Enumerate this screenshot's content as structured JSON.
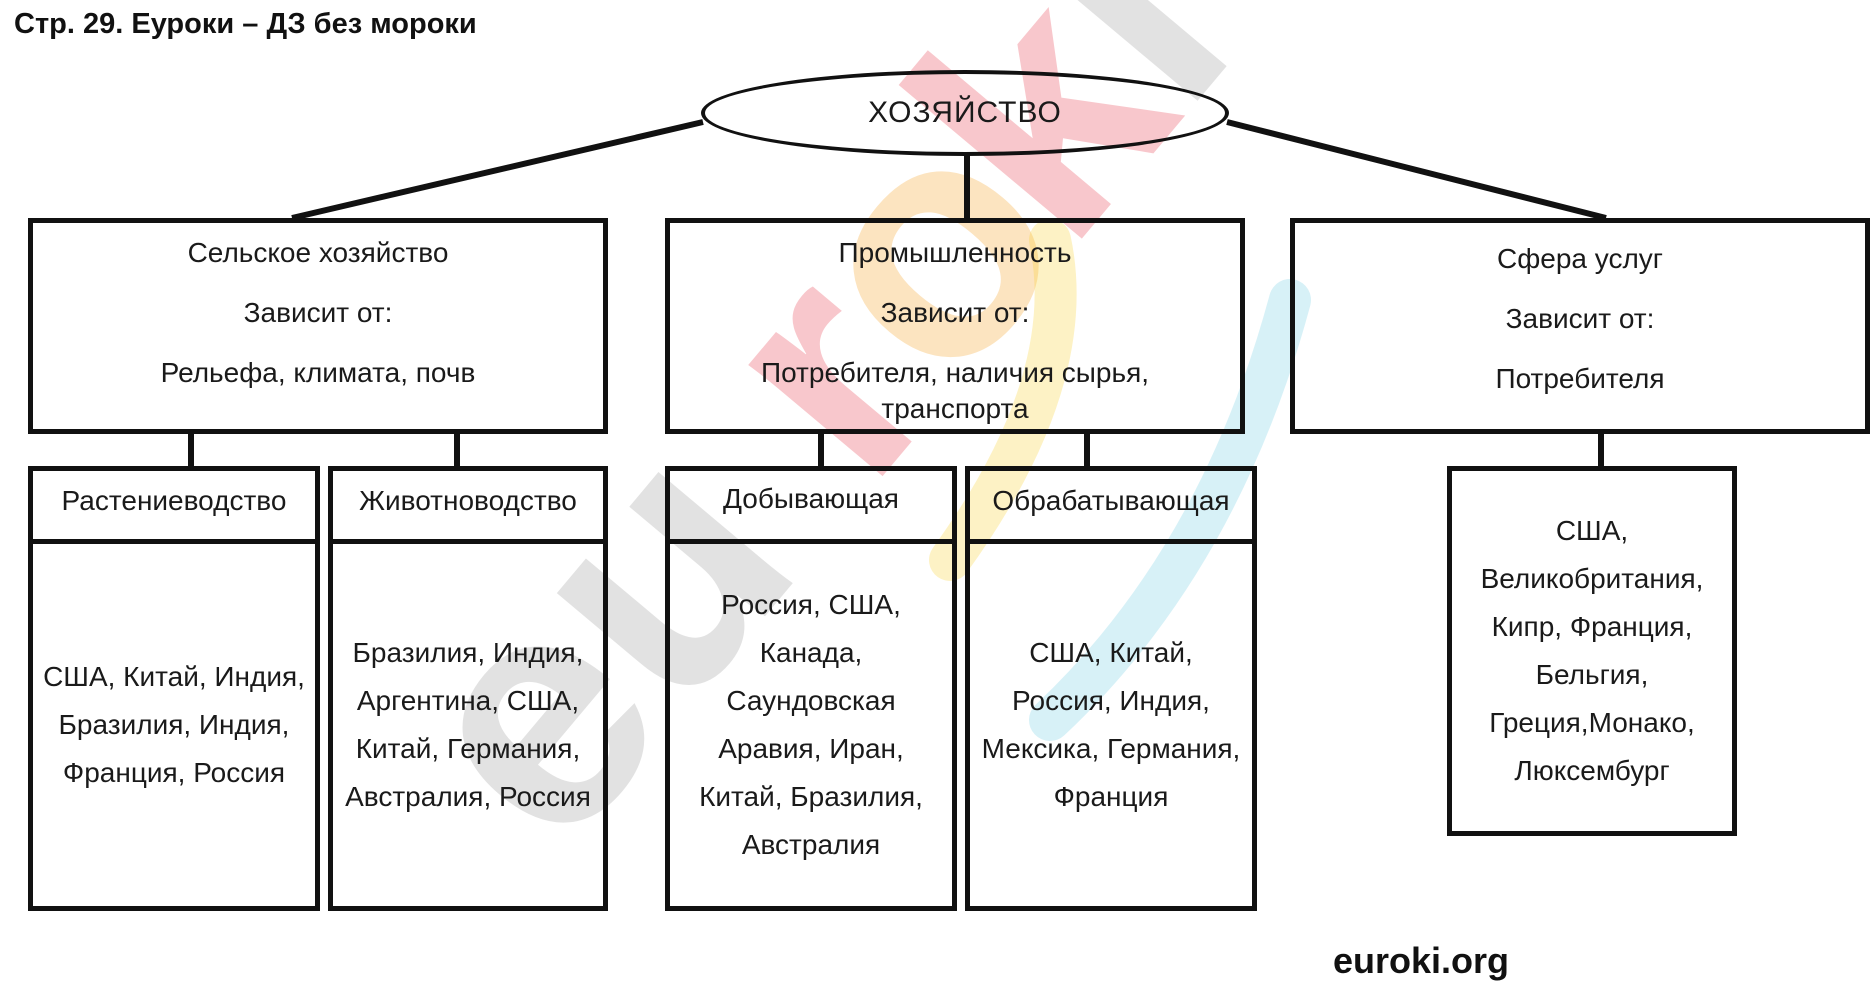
{
  "page": {
    "title": "Стр. 29. Еуроки – ДЗ без мороки",
    "footer": "euroki.org",
    "watermark": "euroki"
  },
  "root": {
    "label": "ХОЗЯЙСТВО"
  },
  "sectors": [
    {
      "name": "Сельское хозяйство",
      "depends_label": "Зависит от:",
      "factors": "Рельефа, климата, почв"
    },
    {
      "name": "Промышленность",
      "depends_label": "Зависит от:",
      "factors": "Потребителя, наличия сырья, транспорта"
    },
    {
      "name": "Сфера услуг",
      "depends_label": "Зависит от:",
      "factors": "Потребителя"
    }
  ],
  "branches": [
    {
      "name": "Растениеводство",
      "countries": "США, Китай, Индия, Бразилия, Индия, Франция, Россия"
    },
    {
      "name": "Животноводство",
      "countries": "Бразилия, Индия, Аргентина, США, Китай, Германия, Австралия, Россия"
    },
    {
      "name": "Добывающая",
      "countries": "Россия, США, Канада, Саундовская Аравия, Иран, Китай, Бразилия, Австралия"
    },
    {
      "name": "Обрабатывающая",
      "countries": "США, Китай, Россия, Индия, Мексика, Германия, Франция"
    }
  ],
  "services_countries": "США, Великобритания, Кипр, Франция, Бельгия, Греция,Монако, Люксембург",
  "colors": {
    "line": "#111111",
    "watermark_gray": "#9a9a9a",
    "watermark_red": "#e83a4a",
    "watermark_orange": "#f5a020",
    "watermark_yellow": "#f7d030",
    "watermark_cyan": "#5ec8e0"
  }
}
